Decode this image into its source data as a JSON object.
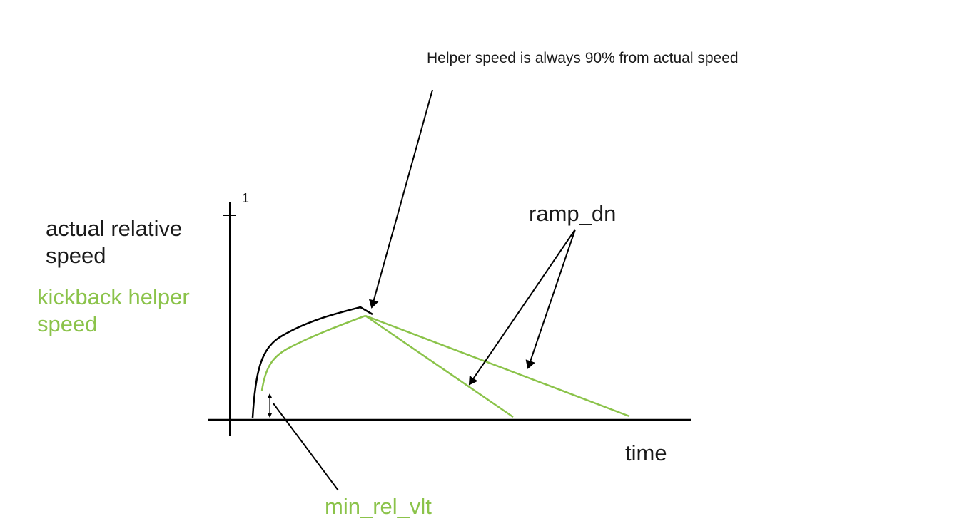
{
  "annotations": {
    "helper_note": "Helper speed is always 90% from actual speed",
    "y_tick_max": "1",
    "ramp_label": "ramp_dn",
    "min_label": "min_rel_vlt"
  },
  "axes": {
    "y_label_line1": "actual relative",
    "y_label_line2": "speed",
    "x_label": "time"
  },
  "legend": {
    "helper_line1": "kickback helper",
    "helper_line2": "speed"
  },
  "colors": {
    "actual": "#000000",
    "helper": "#8bc34a"
  }
}
